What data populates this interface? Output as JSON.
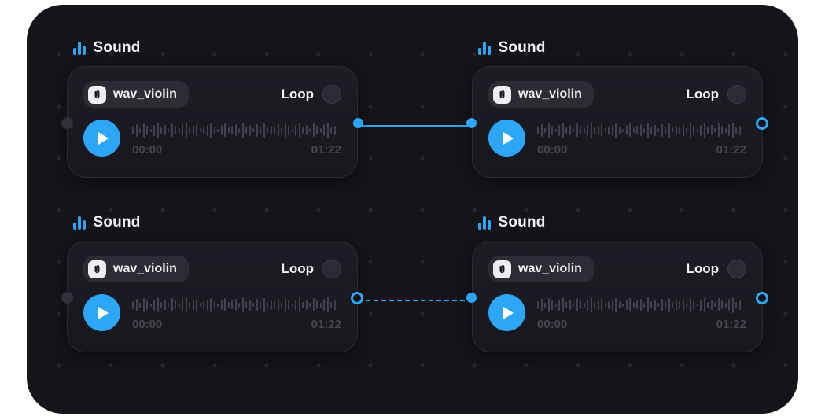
{
  "canvas": {
    "background": "#141419",
    "accent": "#2ea6f7"
  },
  "nodes": [
    {
      "title": "Sound",
      "file": "wav_violin",
      "loop_label": "Loop",
      "elapsed": "00:00",
      "duration": "01:22"
    },
    {
      "title": "Sound",
      "file": "wav_violin",
      "loop_label": "Loop",
      "elapsed": "00:00",
      "duration": "01:22"
    },
    {
      "title": "Sound",
      "file": "wav_violin",
      "loop_label": "Loop",
      "elapsed": "00:00",
      "duration": "01:22"
    },
    {
      "title": "Sound",
      "file": "wav_violin",
      "loop_label": "Loop",
      "elapsed": "00:00",
      "duration": "01:22"
    }
  ],
  "connections": [
    {
      "from": "node-0-output",
      "to": "node-1-input",
      "style": "solid"
    },
    {
      "from": "node-2-output",
      "to": "node-3-input",
      "style": "dashed"
    }
  ]
}
